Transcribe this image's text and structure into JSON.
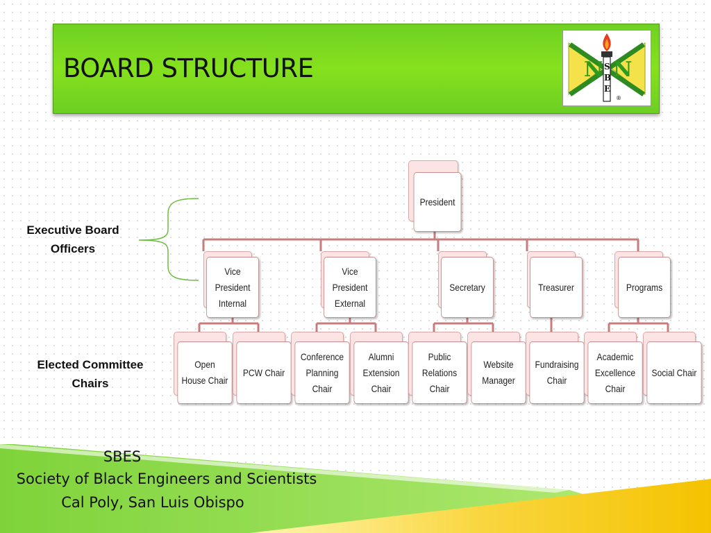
{
  "slide": {
    "title": "BOARD STRUCTURE",
    "logo_text": "NSBE",
    "logo_mark": "®"
  },
  "labels": {
    "executive": "Executive Board\nOfficers",
    "committee": "Elected Committee\nChairs"
  },
  "org_chart": {
    "president": "President",
    "officers": [
      "Vice\nPresident\nInternal",
      "Vice\nPresident\nExternal",
      "Secretary",
      "Treasurer",
      "Programs"
    ],
    "chairs": [
      [
        "Open\nHouse Chair",
        "PCW Chair"
      ],
      [
        "Conference\nPlanning\nChair",
        "Alumni\nExtension\nChair"
      ],
      [
        "Public\nRelations\nChair",
        "Website\nManager"
      ],
      [
        "Fundraising\nChair"
      ],
      [
        "Academic\nExcellence\nChair",
        "Social Chair"
      ]
    ]
  },
  "colors": {
    "banner": "#86e01d",
    "connector": "#c97c7c",
    "footer_green": "#7fd33a",
    "footer_yellow": "#f4c300"
  },
  "footer": {
    "line1": "SBES",
    "line2": "Society of Black Engineers and Scientists",
    "line3": "Cal Poly, San Luis Obispo"
  }
}
